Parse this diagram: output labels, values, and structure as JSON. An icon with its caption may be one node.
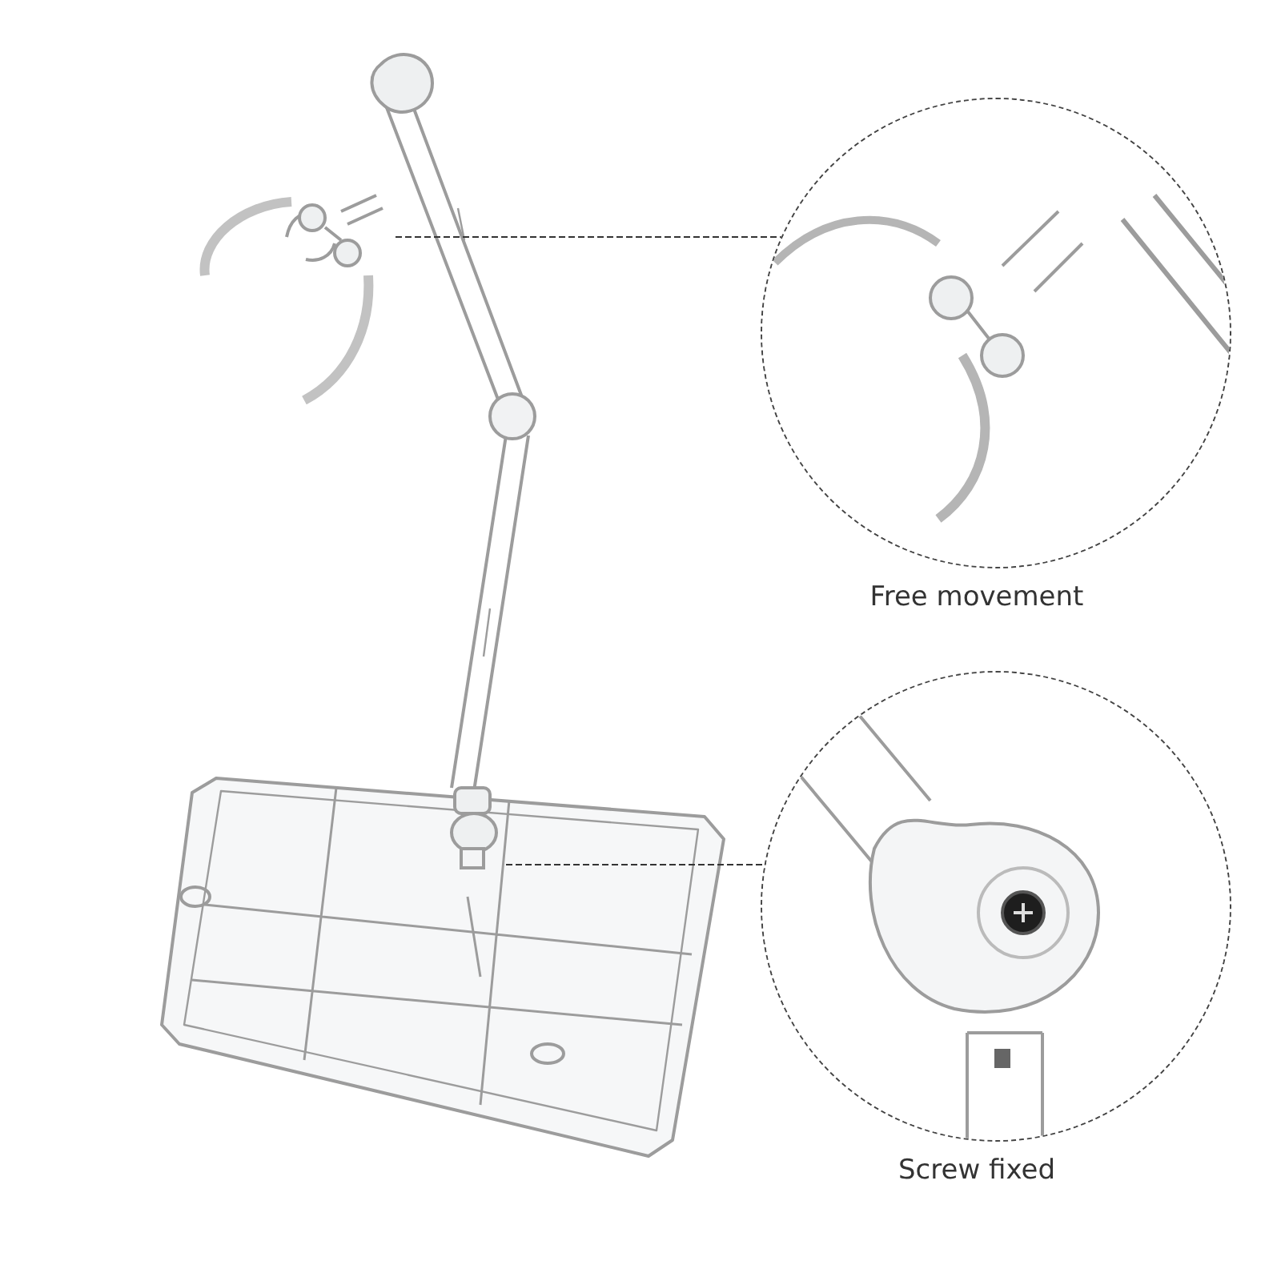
{
  "diagram": {
    "nodes": [
      {
        "text": [],
        "shape": "picture"
      },
      {
        "text": [],
        "shape": "circle",
        "beside": [
          "Free movement"
        ]
      },
      {
        "text": [],
        "shape": "picture"
      },
      {
        "text": [],
        "shape": "circle",
        "beside": [
          "Screw fixed"
        ]
      }
    ],
    "edges": [
      {
        "from": 0,
        "to": 1,
        "arrow": "none",
        "style": "dashed"
      },
      {
        "from": 2,
        "to": 3,
        "arrow": "none",
        "style": "dashed"
      }
    ]
  }
}
